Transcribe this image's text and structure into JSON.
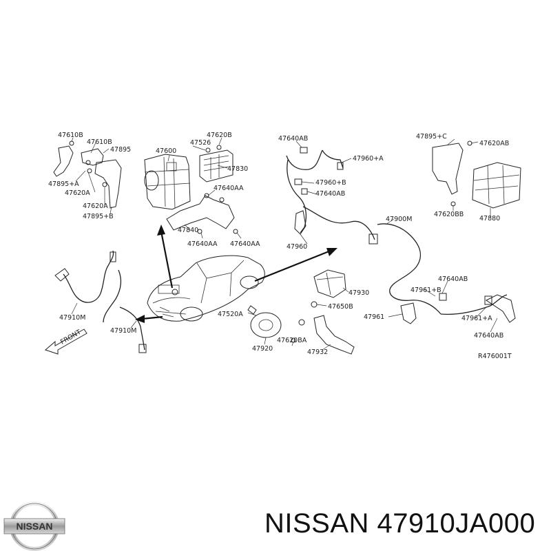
{
  "diagram": {
    "labels": {
      "l01": "47610B",
      "l02": "47610B",
      "l03": "47895",
      "l04": "47895+A",
      "l05": "47620A",
      "l06": "47620A",
      "l07": "47895+B",
      "l08": "47600",
      "l09": "47526",
      "l10": "47620B",
      "l11": "47830",
      "l12": "47640AA",
      "l13": "47840",
      "l14": "47640AA",
      "l15": "47640AA",
      "l16": "47640AB",
      "l17": "47960+A",
      "l18": "47960+B",
      "l19": "47640AB",
      "l20": "47960",
      "l21": "47895+C",
      "l22": "47620AB",
      "l23": "47620BB",
      "l24": "47880",
      "l25": "47900M",
      "l26": "47930",
      "l27": "47650B",
      "l28": "47961",
      "l29": "47932",
      "l30": "47640AB",
      "l31": "47961+B",
      "l32": "47961+A",
      "l33": "47640AB",
      "l34": "47910M",
      "l35": "47910M",
      "l36": "47520A",
      "l37": "47620BA",
      "l38": "47920",
      "l39": "FRONT",
      "l40": "R476001T"
    }
  },
  "footer": {
    "brand_badge_text": "NISSAN",
    "caption": "NISSAN 47910JA000"
  }
}
